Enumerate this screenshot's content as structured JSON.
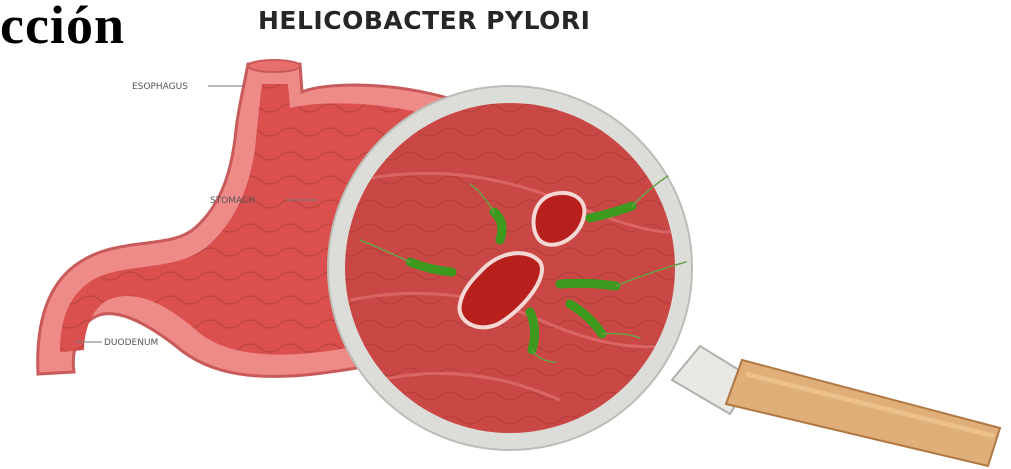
{
  "header": {
    "partial_heading": "cción",
    "title": "HELICOBACTER PYLORI"
  },
  "labels": {
    "esophagus": "ESOPHAGUS",
    "stomach": "STOMACH",
    "duodenum": "DUODENUM"
  },
  "colors": {
    "organ_wall": "#ee8a88",
    "organ_edge": "#c85a5a",
    "organ_inner": "#d9504e",
    "lens_rim": "#dcdcd8",
    "lens_tissue": "#c94846",
    "ulcer": "#b8201e",
    "bacteria": "#3e9a1e",
    "handle": "#e0ae78"
  }
}
